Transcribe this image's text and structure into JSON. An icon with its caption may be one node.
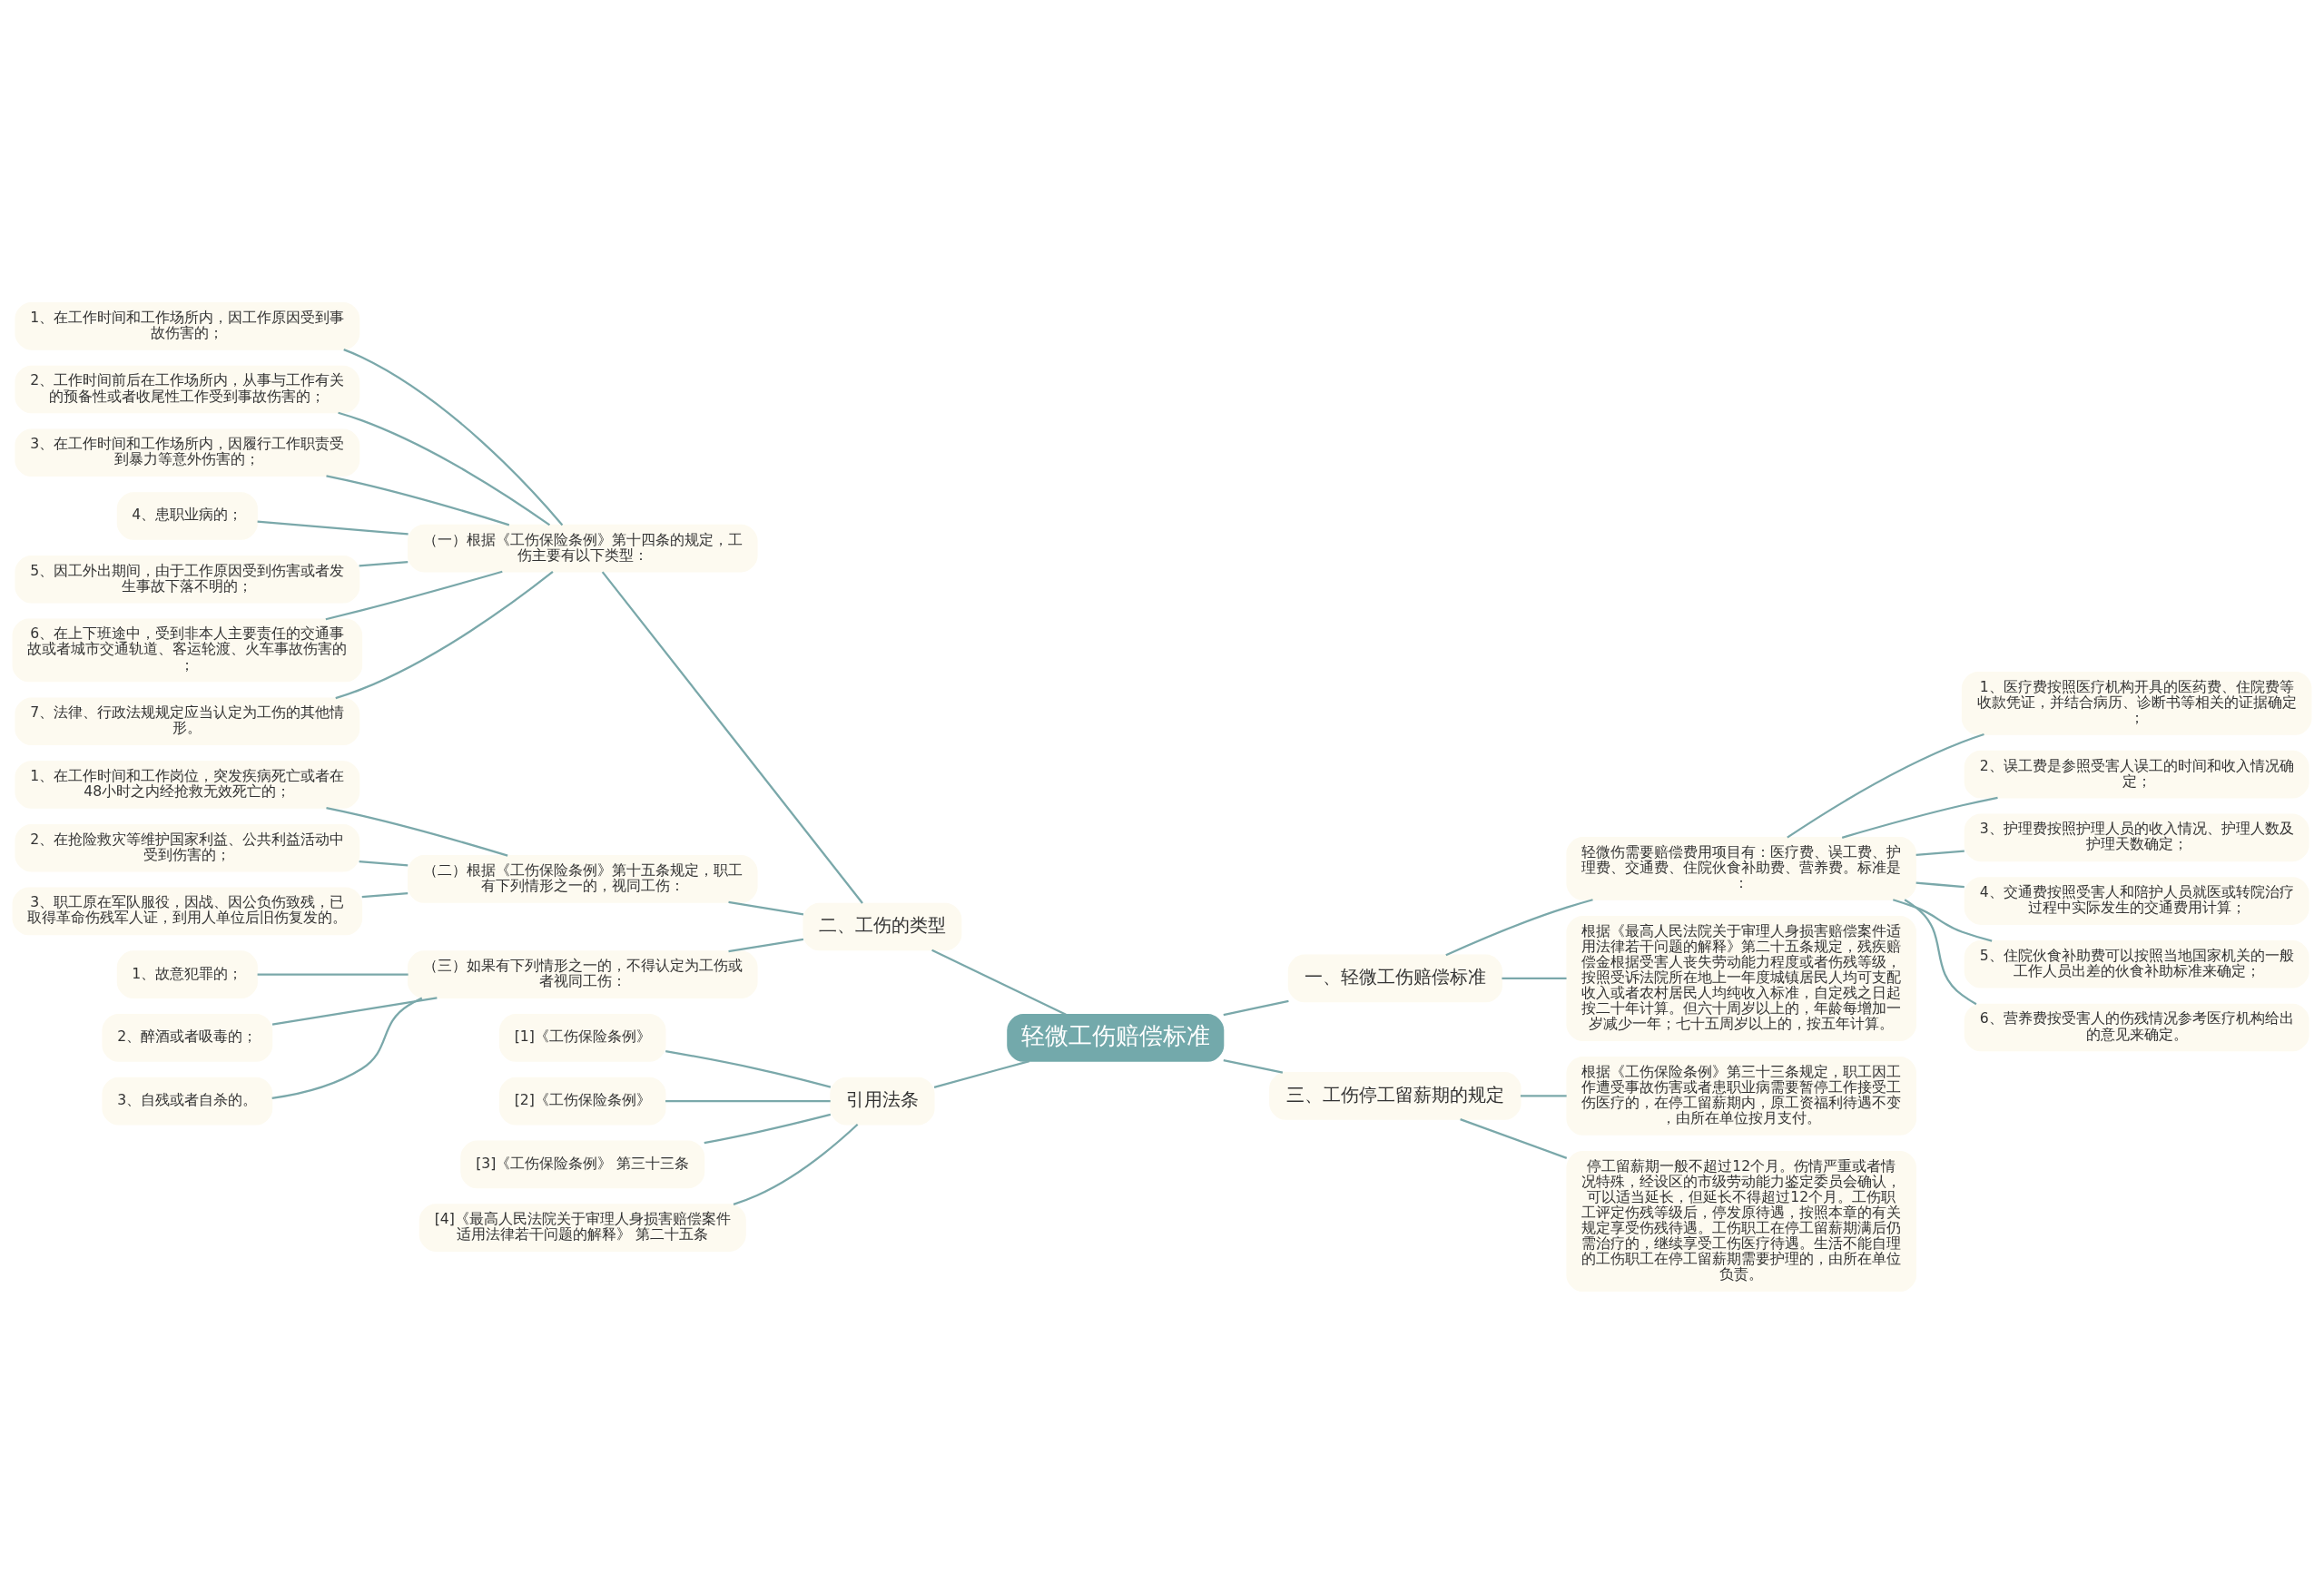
{
  "diagram": {
    "nodes": [
      {
        "text": [
          "轻微工伤赔偿标准"
        ]
      },
      {
        "text": [
          "二、工伤的类型"
        ]
      },
      {
        "text": [
          "（一）根据《工伤保险条例》第十四条的规定，工伤主要有以下类型："
        ]
      },
      {
        "text": [
          "1、在工作时间和工作场所内，因工作原因受到事故伤害的；"
        ]
      },
      {
        "text": [
          "2、工作时间前后在工作场所内，从事与工作有关的预备性或者收尾性工作受到事故伤害的；"
        ]
      },
      {
        "text": [
          "3、在工作时间和工作场所内，因履行工作职责受到暴力等意外伤害的；"
        ]
      },
      {
        "text": [
          "4、患职业病的；"
        ]
      },
      {
        "text": [
          "5、因工外出期间，由于工作原因受到伤害或者发生事故下落不明的；"
        ]
      },
      {
        "text": [
          "6、在上下班途中，受到非本人主要责任的交通事故或者城市交通轨道、客运轮渡、火车事故伤害的；"
        ]
      },
      {
        "text": [
          "7、法律、行政法规规定应当认定为工伤的其他情形。"
        ]
      },
      {
        "text": [
          "（二）根据《工伤保险条例》第十五条规定，职工有下列情形之一的，视同工伤："
        ]
      },
      {
        "text": [
          "1、在工作时间和工作岗位，突发疾病死亡或者在48小时之内经抢救无效死亡的；"
        ]
      },
      {
        "text": [
          "2、在抢险救灾等维护国家利益、公共利益活动中受到伤害的；"
        ]
      },
      {
        "text": [
          "3、职工原在军队服役，因战、因公负伤致残，已取得革命伤残军人证，到用人单位后旧伤复发的。"
        ]
      },
      {
        "text": [
          "（三）如果有下列情形之一的，不得认定为工伤或者视同工伤："
        ]
      },
      {
        "text": [
          "1、故意犯罪的；"
        ]
      },
      {
        "text": [
          "2、醉酒或者吸毒的；"
        ]
      },
      {
        "text": [
          "3、自残或者自杀的。"
        ]
      },
      {
        "text": [
          "引用法条"
        ]
      },
      {
        "text": [
          "[1]《工伤保险条例》"
        ]
      },
      {
        "text": [
          "[2]《工伤保险条例》"
        ]
      },
      {
        "text": [
          "[3]《工伤保险条例》 第三十三条"
        ]
      },
      {
        "text": [
          "[4]《最高人民法院关于审理人身损害赔偿案件适用法律若干问题的解释》 第二十五条"
        ]
      },
      {
        "text": [
          "一、轻微工伤赔偿标准"
        ]
      },
      {
        "text": [
          "轻微伤需要赔偿费用项目有：医疗费、误工费、护理费、交通费、住院伙食补助费、营养费。标准是："
        ]
      },
      {
        "text": [
          "1、医疗费按照医疗机构开具的医药费、住院费等收款凭证，并结合病历、诊断书等相关的证据确定；"
        ]
      },
      {
        "text": [
          "2、误工费是参照受害人误工的时间和收入情况确定；"
        ]
      },
      {
        "text": [
          "3、护理费按照护理人员的收入情况、护理人数及护理天数确定；"
        ]
      },
      {
        "text": [
          "4、交通费按照受害人和陪护人员就医或转院治疗过程中实际发生的交通费用计算；"
        ]
      },
      {
        "text": [
          "5、住院伙食补助费可以按照当地国家机关的一般工作人员出差的伙食补助标准来确定；"
        ]
      },
      {
        "text": [
          "6、营养费按受害人的伤残情况参考医疗机构给出的意见来确定。"
        ]
      },
      {
        "text": [
          "根据《最高人民法院关于审理人身损害赔偿案件适用法律若干问题的解释》第二十五条规定，残疾赔偿金根据受害人丧失劳动能力程度或者伤残等级，按照受诉法院所在地上一年度城镇居民人均可支配收入或者农村居民人均纯收入标准，自定残之日起按二十年计算。但六十周岁以上的，年龄每增加一岁减少一年；七十五周岁以上的，按五年计算。"
        ]
      },
      {
        "text": [
          "三、工伤停工留薪期的规定"
        ]
      },
      {
        "text": [
          "根据《工伤保险条例》第三十三条规定，职工因工作遭受事故伤害或者患职业病需要暂停工作接受工伤医疗的，在停工留薪期内，原工资福利待遇不变，由所在单位按月支付。"
        ]
      },
      {
        "text": [
          "停工留薪期一般不超过12个月。伤情严重或者情况特殊，经设区的市级劳动能力鉴定委员会确认，可以适当延长，但延长不得超过12个月。工伤职工评定伤残等级后，停发原待遇，按照本章的有关规定享受伤残待遇。工伤职工在停工留薪期满后仍需治疗的，继续享受工伤医疗待遇。生活不能自理的工伤职工在停工留薪期需要护理的，由所在单位负责。"
        ]
      }
    ],
    "edges": [
      {
        "from": 0,
        "to": 1,
        "arrow": "none"
      },
      {
        "from": 1,
        "to": 2,
        "arrow": "none"
      },
      {
        "from": 2,
        "to": 3,
        "arrow": "none"
      },
      {
        "from": 2,
        "to": 4,
        "arrow": "none"
      },
      {
        "from": 2,
        "to": 5,
        "arrow": "none"
      },
      {
        "from": 2,
        "to": 6,
        "arrow": "none"
      },
      {
        "from": 2,
        "to": 7,
        "arrow": "none"
      },
      {
        "from": 2,
        "to": 8,
        "arrow": "none"
      },
      {
        "from": 2,
        "to": 9,
        "arrow": "none"
      },
      {
        "from": 1,
        "to": 10,
        "arrow": "none"
      },
      {
        "from": 10,
        "to": 11,
        "arrow": "none"
      },
      {
        "from": 10,
        "to": 12,
        "arrow": "none"
      },
      {
        "from": 10,
        "to": 13,
        "arrow": "none"
      },
      {
        "from": 1,
        "to": 14,
        "arrow": "none"
      },
      {
        "from": 14,
        "to": 15,
        "arrow": "none"
      },
      {
        "from": 14,
        "to": 16,
        "arrow": "none"
      },
      {
        "from": 14,
        "to": 17,
        "arrow": "none"
      },
      {
        "from": 0,
        "to": 18,
        "arrow": "none"
      },
      {
        "from": 18,
        "to": 19,
        "arrow": "none"
      },
      {
        "from": 18,
        "to": 20,
        "arrow": "none"
      },
      {
        "from": 18,
        "to": 21,
        "arrow": "none"
      },
      {
        "from": 18,
        "to": 22,
        "arrow": "none"
      },
      {
        "from": 0,
        "to": 23,
        "arrow": "none"
      },
      {
        "from": 23,
        "to": 24,
        "arrow": "none"
      },
      {
        "from": 24,
        "to": 25,
        "arrow": "none"
      },
      {
        "from": 24,
        "to": 26,
        "arrow": "none"
      },
      {
        "from": 24,
        "to": 27,
        "arrow": "none"
      },
      {
        "from": 24,
        "to": 28,
        "arrow": "none"
      },
      {
        "from": 24,
        "to": 29,
        "arrow": "none"
      },
      {
        "from": 24,
        "to": 30,
        "arrow": "none"
      },
      {
        "from": 23,
        "to": 31,
        "arrow": "none"
      },
      {
        "from": 0,
        "to": 32,
        "arrow": "none"
      },
      {
        "from": 32,
        "to": 33,
        "arrow": "none"
      },
      {
        "from": 32,
        "to": 34,
        "arrow": "none"
      }
    ]
  }
}
